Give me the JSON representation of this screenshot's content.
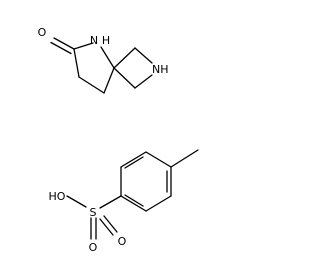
{
  "molecule": {
    "spiro_lactam": {
      "atom_o": "O",
      "atom_nh_lactam": "N",
      "atom_h_lactam": "H",
      "atom_nh_azetidine": "NH"
    },
    "tosylate": {
      "atom_hydroxyl": "HO",
      "atom_sulfur": "S",
      "atom_o_bottom": "O",
      "atom_o_top": "O"
    }
  },
  "colors": {
    "bond": "#000000",
    "label": "#000000",
    "background": "#ffffff"
  }
}
